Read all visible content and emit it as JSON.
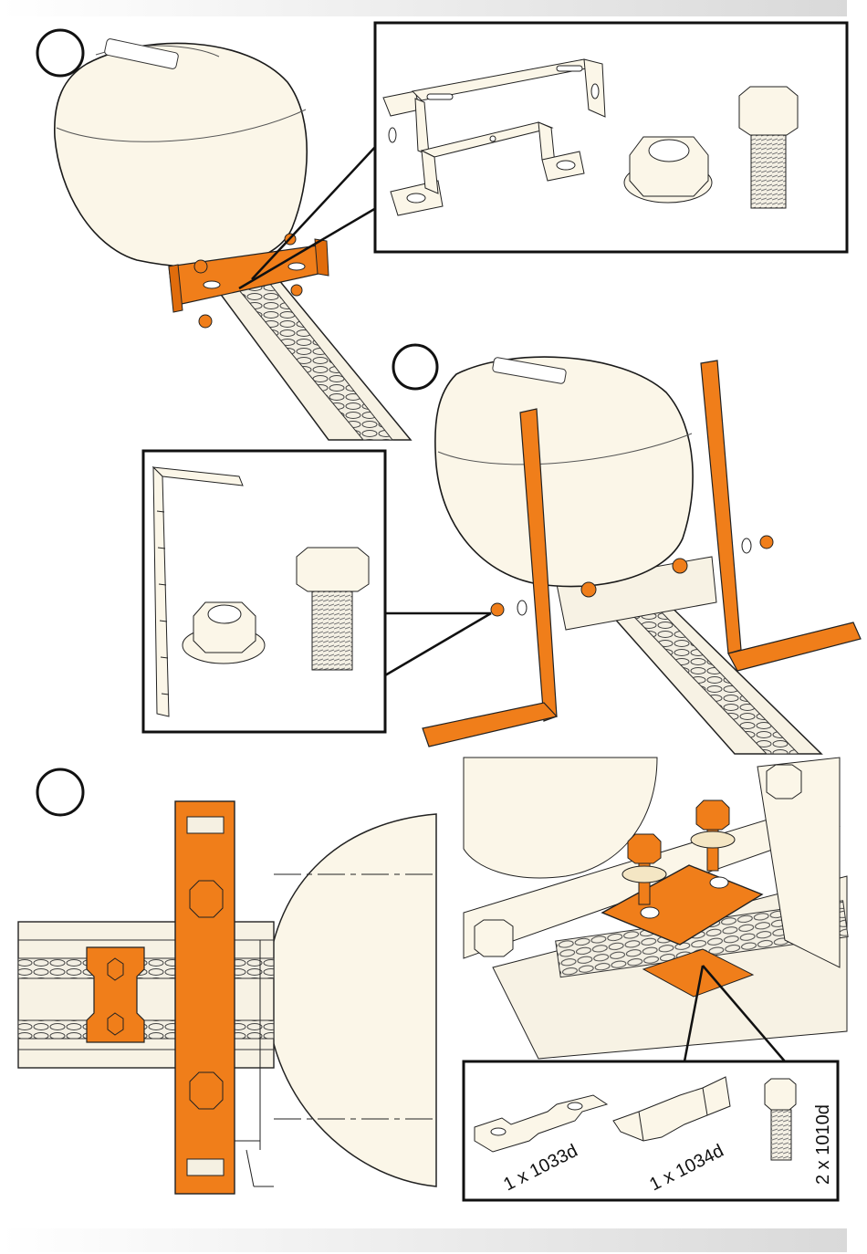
{
  "parts_labels": {
    "bracket_1033": "1 x 1033d",
    "bracket_1034": "1 x 1034d",
    "bolt_1010": "2 x 1010d"
  },
  "colors": {
    "accent_orange": "#f07e1a",
    "cream": "#fbf6e8",
    "outline": "#1a1a1a",
    "frame": "#111111"
  }
}
